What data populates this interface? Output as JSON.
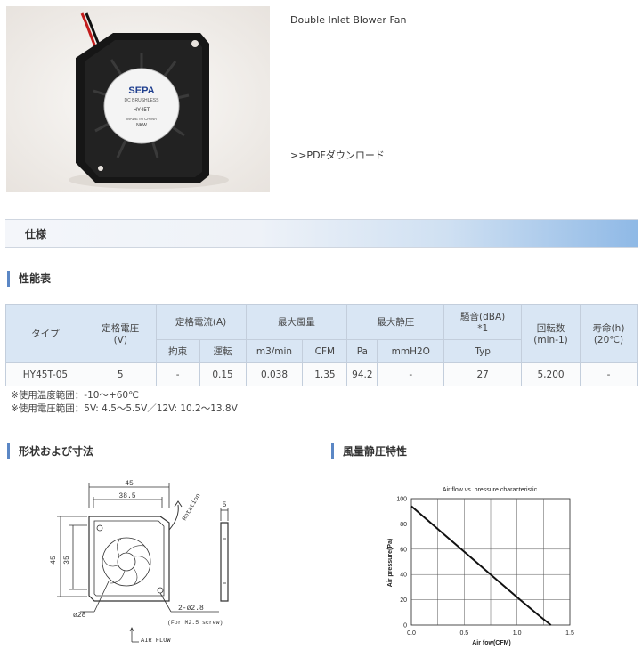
{
  "product": {
    "name": "Double Inlet Blower Fan",
    "pdf_link": ">>PDFダウンロード",
    "photo_brand": "SEPA",
    "photo_sub": "DC BRUSHLESS",
    "photo_model": "HY45T",
    "photo_made": "MADE IN CHINA",
    "photo_code": "NKW"
  },
  "spec_bar": {
    "title": "仕様"
  },
  "performance": {
    "title": "性能表",
    "headers": {
      "type": "タイプ",
      "voltage": "定格電圧\n(V)",
      "current": "定格電流(A)",
      "current_lock": "拘束",
      "current_run": "運転",
      "airflow": "最大風量",
      "airflow_m3": "m3/min",
      "airflow_cfm": "CFM",
      "pressure": "最大静圧",
      "pressure_pa": "Pa",
      "pressure_mmh2o": "mmH2O",
      "noise": "騒音(dBA)\n*1",
      "noise_typ": "Typ",
      "speed": "回転数\n(min-1)",
      "life": "寿命(h)\n(20℃)"
    },
    "row": {
      "type": "HY45T-05",
      "voltage": "5",
      "lock": "-",
      "run": "0.15",
      "m3": "0.038",
      "cfm": "1.35",
      "pa": "94.2",
      "mmh2o": "-",
      "noise": "27",
      "speed": "5,200",
      "life": "-"
    },
    "notes": [
      "※使用温度範囲：-10～+60℃",
      "※使用電圧範囲：5V: 4.5～5.5V／12V: 10.2～13.8V"
    ]
  },
  "dimensions": {
    "title": "形状および寸法",
    "dim_45_top": "45",
    "dim_385": "38.5",
    "dim_45_left": "45",
    "dim_35": "35",
    "dim_5": "5",
    "dim_28": "ø28",
    "dim_holes": "2-ø2.8",
    "dim_screw": "(For M2.5 screw)",
    "rotation": "Rotation",
    "airflow": "AIR FLOW"
  },
  "characteristics": {
    "title": "風量静圧特性",
    "chart_data": {
      "type": "line",
      "title": "Air flow vs. pressure characteristic",
      "xlabel": "Air fow(CFM)",
      "ylabel": "Air pressure(Pa)",
      "xlim": [
        0,
        1.5
      ],
      "ylim": [
        0,
        100
      ],
      "xticks": [
        "0.0",
        "0.5",
        "1.0",
        "1.5"
      ],
      "yticks": [
        "0",
        "20",
        "40",
        "60",
        "80",
        "100"
      ],
      "grid": true,
      "series": [
        {
          "x": [
            0.0,
            0.25,
            0.5,
            0.75,
            1.0,
            1.2,
            1.32
          ],
          "y": [
            94,
            76,
            58,
            40,
            22,
            8,
            0
          ]
        }
      ]
    }
  }
}
